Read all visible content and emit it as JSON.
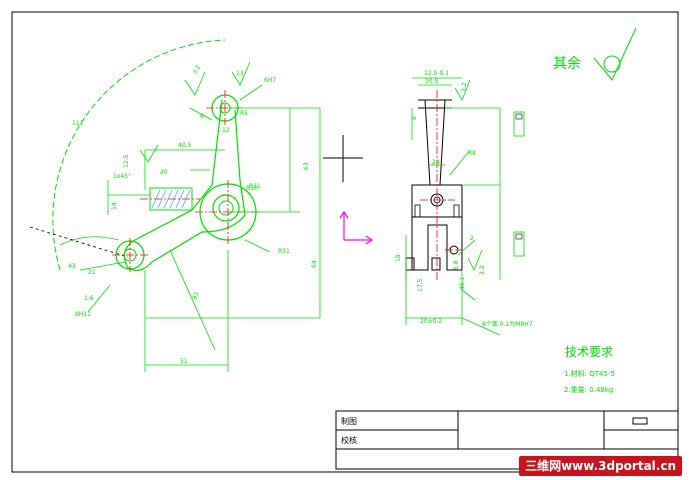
{
  "colors": {
    "geometry": "#00e000",
    "outline": "#000000",
    "center": "#ff0000",
    "hatch": "#40b0ff",
    "arrow": "#ff00ff",
    "watermark_bg": "#c8141e"
  },
  "roughness_note": "其余",
  "tech_requirements": {
    "title": "技术要求",
    "item1": "1.材料: QT45-5",
    "item2": "2.重量: 0.48kg"
  },
  "title_block": {
    "drawn_by": "制图",
    "checked_by": "校核"
  },
  "dimensions": {
    "d40_5": "40.5",
    "d20": "20",
    "d12_5": "12.5",
    "d1x45": "1x45°",
    "d14": "14",
    "dR10": "R10",
    "dR5": "R5",
    "dR11": "R11",
    "d111": "111",
    "d43": "43",
    "d21": "21",
    "d1_6": "1.6",
    "d8H7": "8H11",
    "d6H7": "6H7",
    "d63": "63",
    "d64": "64",
    "d83": "83",
    "dR31": "R31",
    "d51": "51",
    "d6": "6",
    "d13": "13",
    "d12": "12",
    "d3_2": "3.2",
    "d10_5": "10.5",
    "d8": "8",
    "d24": "24",
    "dR8": "R8",
    "d2": "2",
    "d18": "18",
    "d20_2": "20±0.2",
    "note_bottom": "8个面.0.1为M8H7",
    "d12_5b": "12.5-0.1",
    "d46": "46.1",
    "d5_8": "5.8",
    "d17_5": "17.5"
  },
  "watermark": "三维网www.3dportal.cn"
}
